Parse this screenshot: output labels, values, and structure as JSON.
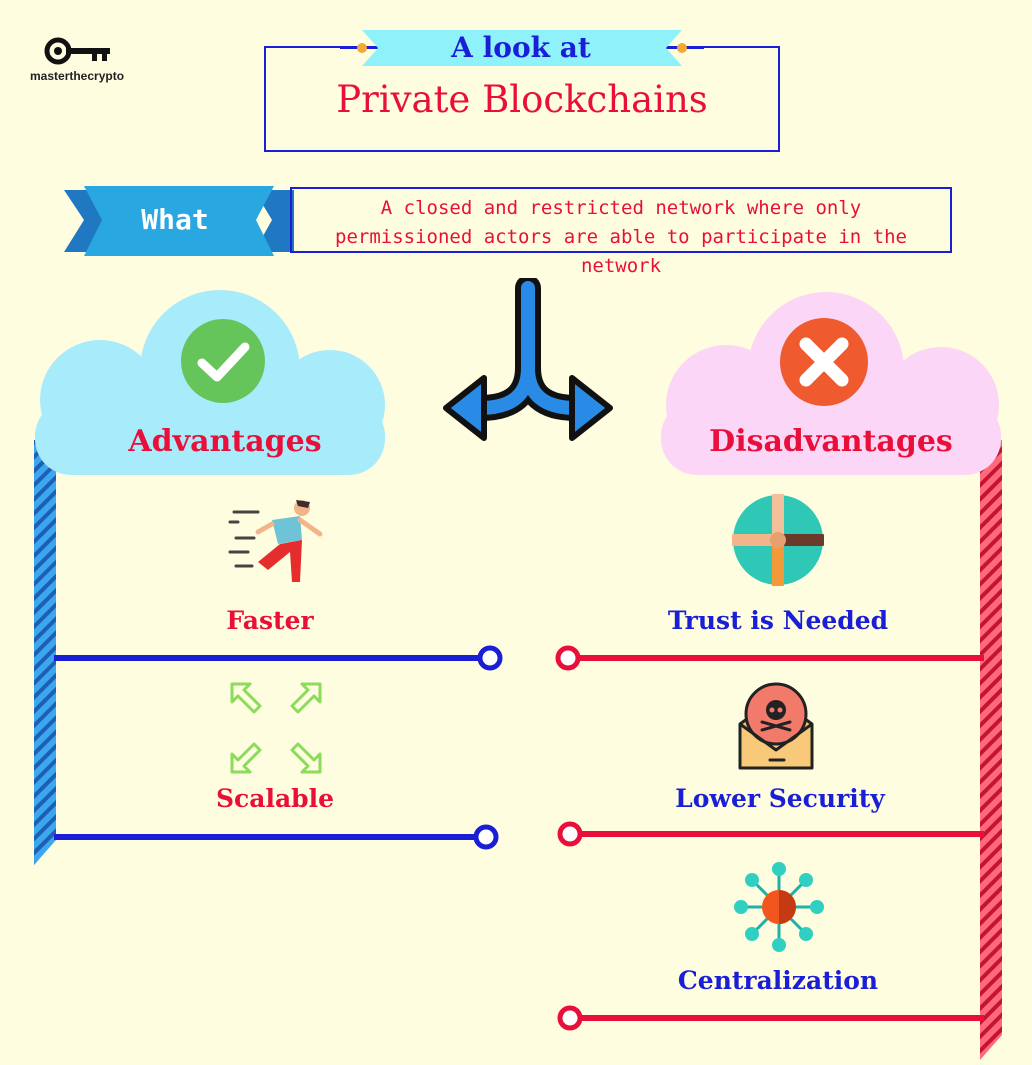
{
  "brand": {
    "name": "masterthecrypto",
    "icon": "key-logo-icon"
  },
  "header": {
    "subtitle": "A look at",
    "title": "Private Blockchains"
  },
  "what": {
    "label": "What",
    "description_line1": "A closed and restricted network where only",
    "description_line2": "permissioned actors are able to participate in the network"
  },
  "advantages": {
    "title": "Advantages",
    "icon": "check-circle-icon",
    "items": [
      {
        "label": "Faster",
        "icon": "running-man-icon"
      },
      {
        "label": "Scalable",
        "icon": "expand-arrows-icon"
      }
    ]
  },
  "disadvantages": {
    "title": "Disadvantages",
    "icon": "x-circle-icon",
    "items": [
      {
        "label": "Trust is Needed",
        "icon": "hands-together-icon"
      },
      {
        "label": "Lower Security",
        "icon": "skull-envelope-icon"
      },
      {
        "label": "Centralization",
        "icon": "central-hub-icon"
      }
    ]
  },
  "colors": {
    "background": "#fffde0",
    "blue": "#1a1fd6",
    "red": "#e8103a",
    "cloud_blue": "#a8ecfb",
    "cloud_pink": "#fbd6f7",
    "ribbon": "#29a7e1"
  }
}
